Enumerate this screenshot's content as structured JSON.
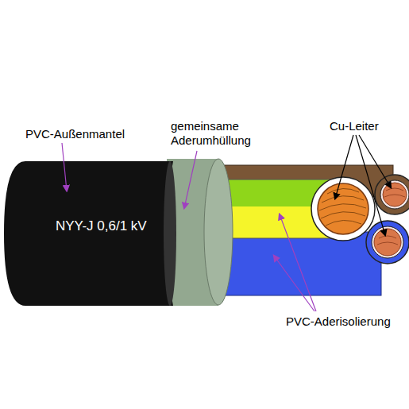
{
  "diagram": {
    "labels": [
      "PVC-Außenmantel",
      "gemeinsame Aderumhüllung",
      "Cu-Leiter",
      "NYY-J 0,6/1 kV",
      "PVC-Aderisolierung"
    ]
  }
}
